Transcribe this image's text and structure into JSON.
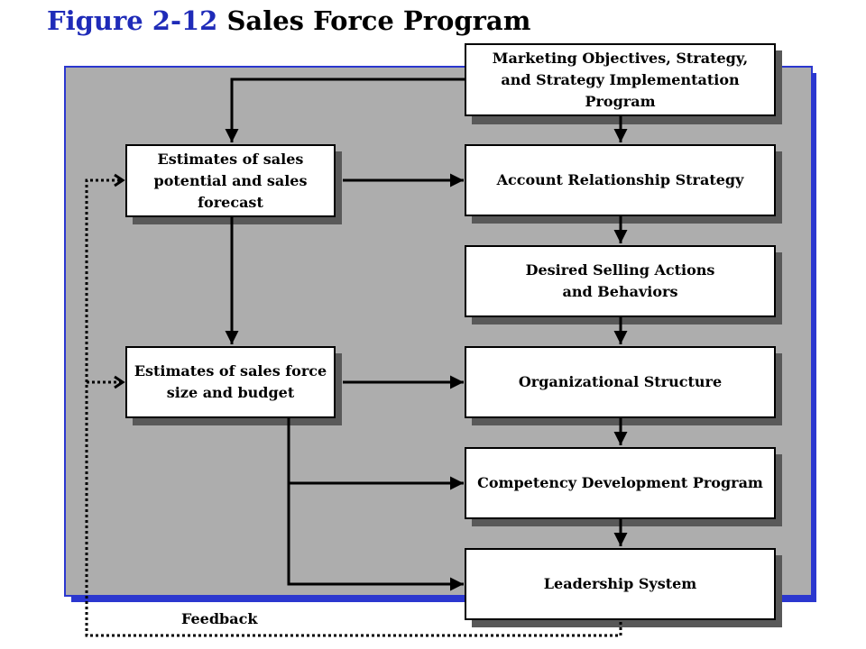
{
  "title": {
    "figure_number": "Figure 2-12",
    "name": "Sales Force Program"
  },
  "boxes": {
    "marketing": "Marketing Objectives, Strategy, and Strategy Implementation Program",
    "estimates_potential": "Estimates of sales potential and sales forecast",
    "account": "Account Relationship Strategy",
    "selling": "Desired Selling Actions and Behaviors",
    "estimates_size": "Estimates of sales force size and budget",
    "org": "Organizational Structure",
    "competency": "Competency Development Program",
    "leadership": "Leadership System"
  },
  "feedback_label": "Feedback",
  "colors": {
    "title_blue": "#1f2bb8",
    "panel_gray": "#adadad",
    "panel_border": "#2b37cf"
  }
}
